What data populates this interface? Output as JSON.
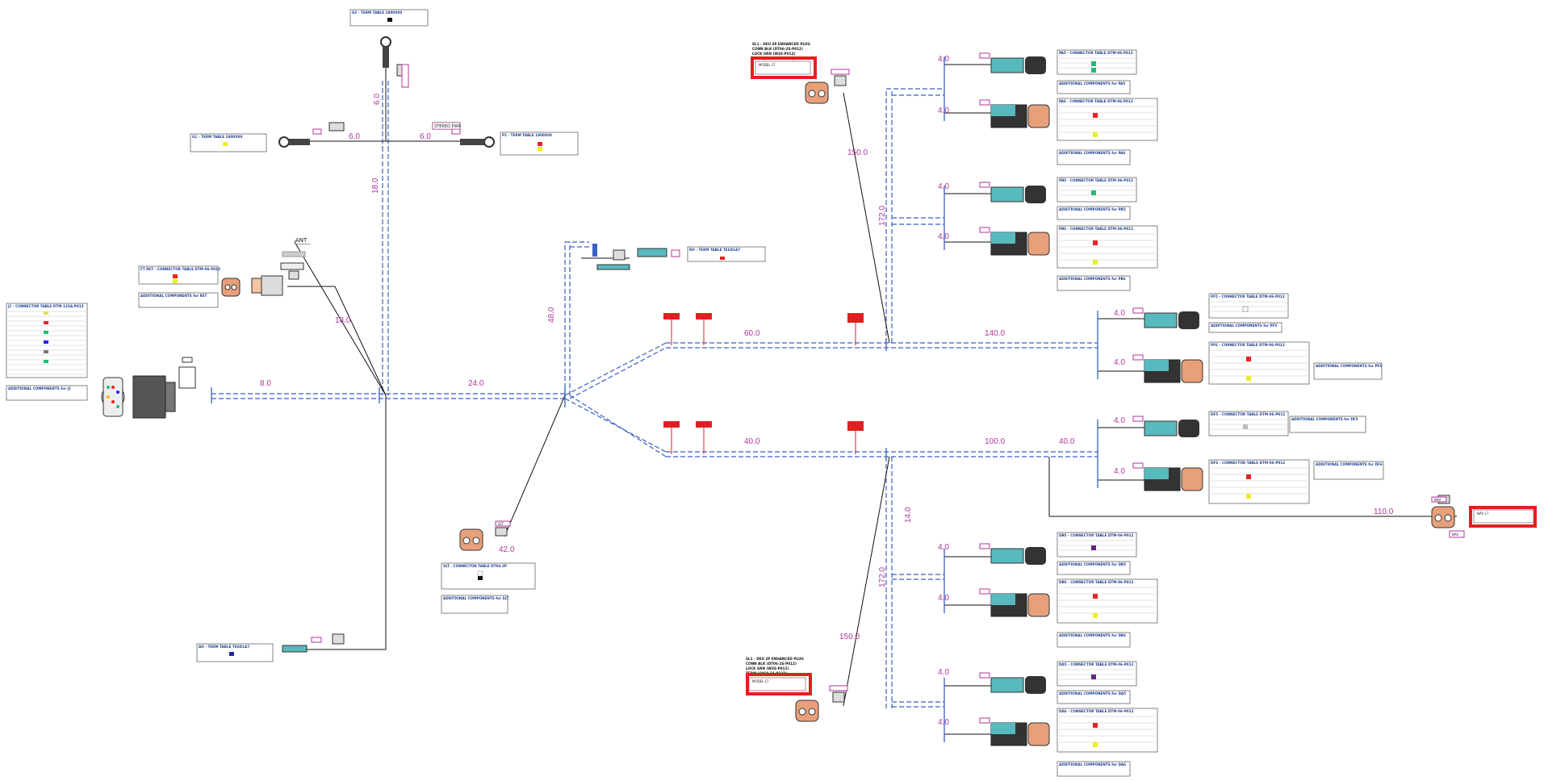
{
  "colors": {
    "harness": "#3a5fc8",
    "length_text": "#b0359a",
    "highlight": "#e02020",
    "connector_teal": "#58b9be",
    "connector_orange": "#e8a07a"
  },
  "segments": {
    "s_j1": "8.0",
    "s_mid": "24.0",
    "s_up_rot": "18.0",
    "s_top_rot": "6.0",
    "s_g1": "6.0",
    "s_p1": "6.0",
    "s_ft_rot": "18.0",
    "s_rot_48": "48.0",
    "s_sl": "42.0",
    "s_a": "60.0",
    "s_b": "40.0",
    "s_c": "140.0",
    "s_d": "100.0",
    "s_e": "40.0",
    "s_f": "150.0",
    "s_g": "150.0",
    "s_h": "110.0",
    "s_v1": "172.0",
    "s_v2": "172.0",
    "s_14": "14.0",
    "s_4a": "4.0",
    "s_4b": "4.0",
    "s_4c": "4.0",
    "s_4d": "4.0",
    "s_4e": "4.0",
    "s_4f": "4.0",
    "s_4g": "4.0",
    "s_4h": "4.0",
    "s_4i": "4.0",
    "s_4j": "4.0",
    "s_4k": "4.0",
    "s_4l": "4.0"
  },
  "tables": {
    "g2": "G2 - TERM TABLE 1800X00",
    "g1": "G1 - TERM TABLE 1800X00",
    "p1": "P1 - TERM TABLE 1800X00",
    "j1": "J1 - CONNECTOR TABLE DTM-12SA-P012",
    "j1_add": "ADDITIONAL COMPONENTS for J1",
    "ft": "FT RET - CONNECTOR TABLE DTM-06-P012",
    "ft_add": "ADDITIONAL COMPONENTS for RET",
    "ro": "RO - TERM TABLE TE6D1A7",
    "slt": "SLT - CONNECTOR TABLE DT04-2P",
    "slt_add": "ADDITIONAL COMPONENTS for SLT",
    "ao": "AO - TERM TABLE TE6D1A7",
    "pa5": "PA5 - CONNECTOR TABLE DTM-06-P012",
    "pa_add1": "ADDITIONAL COMPONENTS for PA5",
    "pa6": "PA6 - CONNECTOR TABLE DTM-06-P012",
    "pa_add2": "ADDITIONAL COMPONENTS for PA6",
    "pb5": "PB5 - CONNECTOR TABLE DTM-06-P012",
    "pb_add1": "ADDITIONAL COMPONENTS for PB5",
    "pb6": "PB6 - CONNECTOR TABLE DTM-06-P012",
    "pb_add2": "ADDITIONAL COMPONENTS for PB6",
    "pf5": "PF5 - CONNECTOR TABLE DTM-06-P012",
    "pf_add1": "ADDITIONAL COMPONENTS for PF5",
    "pf6": "PF6 - CONNECTOR TABLE DTM-06-P012",
    "pf_add2": "ADDITIONAL COMPONENTS for PF6",
    "df5": "DF5 - CONNECTOR TABLE DTM-06-P012",
    "df_add1": "ADDITIONAL COMPONENTS for DF5",
    "df6": "DF6 - CONNECTOR TABLE DTM-06-P012",
    "df_add2": "ADDITIONAL COMPONENTS for DF6",
    "db5": "DB5 - CONNECTOR TABLE DTM-06-P012",
    "db_add1": "ADDITIONAL COMPONENTS for DB5",
    "db6": "DB6 - CONNECTOR TABLE DTM-06-P012",
    "db_add2": "ADDITIONAL COMPONENTS for DB6",
    "da5": "DA5 - CONNECTOR TABLE DTM-06-P012",
    "da_add1": "ADDITIONAL COMPONENTS for DA5",
    "da6": "DA6 - CONNECTOR TABLE DTM-06-P012",
    "da_add2": "ADDITIONAL COMPONENTS for DA6"
  },
  "tags": {
    "ant": "ANT",
    "stereo_pwr": "STEREO PWR",
    "sl2": "SLT",
    "nav1": "NAV",
    "nav2": "NAV"
  },
  "notes": {
    "sl1_line1": "SL1 - DEU 2P ENHANCED PLUG",
    "sl1_line2": "CONN BLK (DT06-2S-P012)",
    "sl1_line3": "LOCK GRN (W2S-P012)",
    "sl1_line4": "TERM (1060-14-0122)",
    "sl2_line1": "SL1 - DEU 2P ENHANCED PLUG",
    "sl2_line2": "CONN BLK (DT06-2S-P012)",
    "sl2_line3": "LOCK GRN (W2S-P012)",
    "sl2_line4": "TERM (1060-14-0122)",
    "mod1": "MODEL L7",
    "mod2": "MODEL L7",
    "mod3": "NAV L7"
  }
}
